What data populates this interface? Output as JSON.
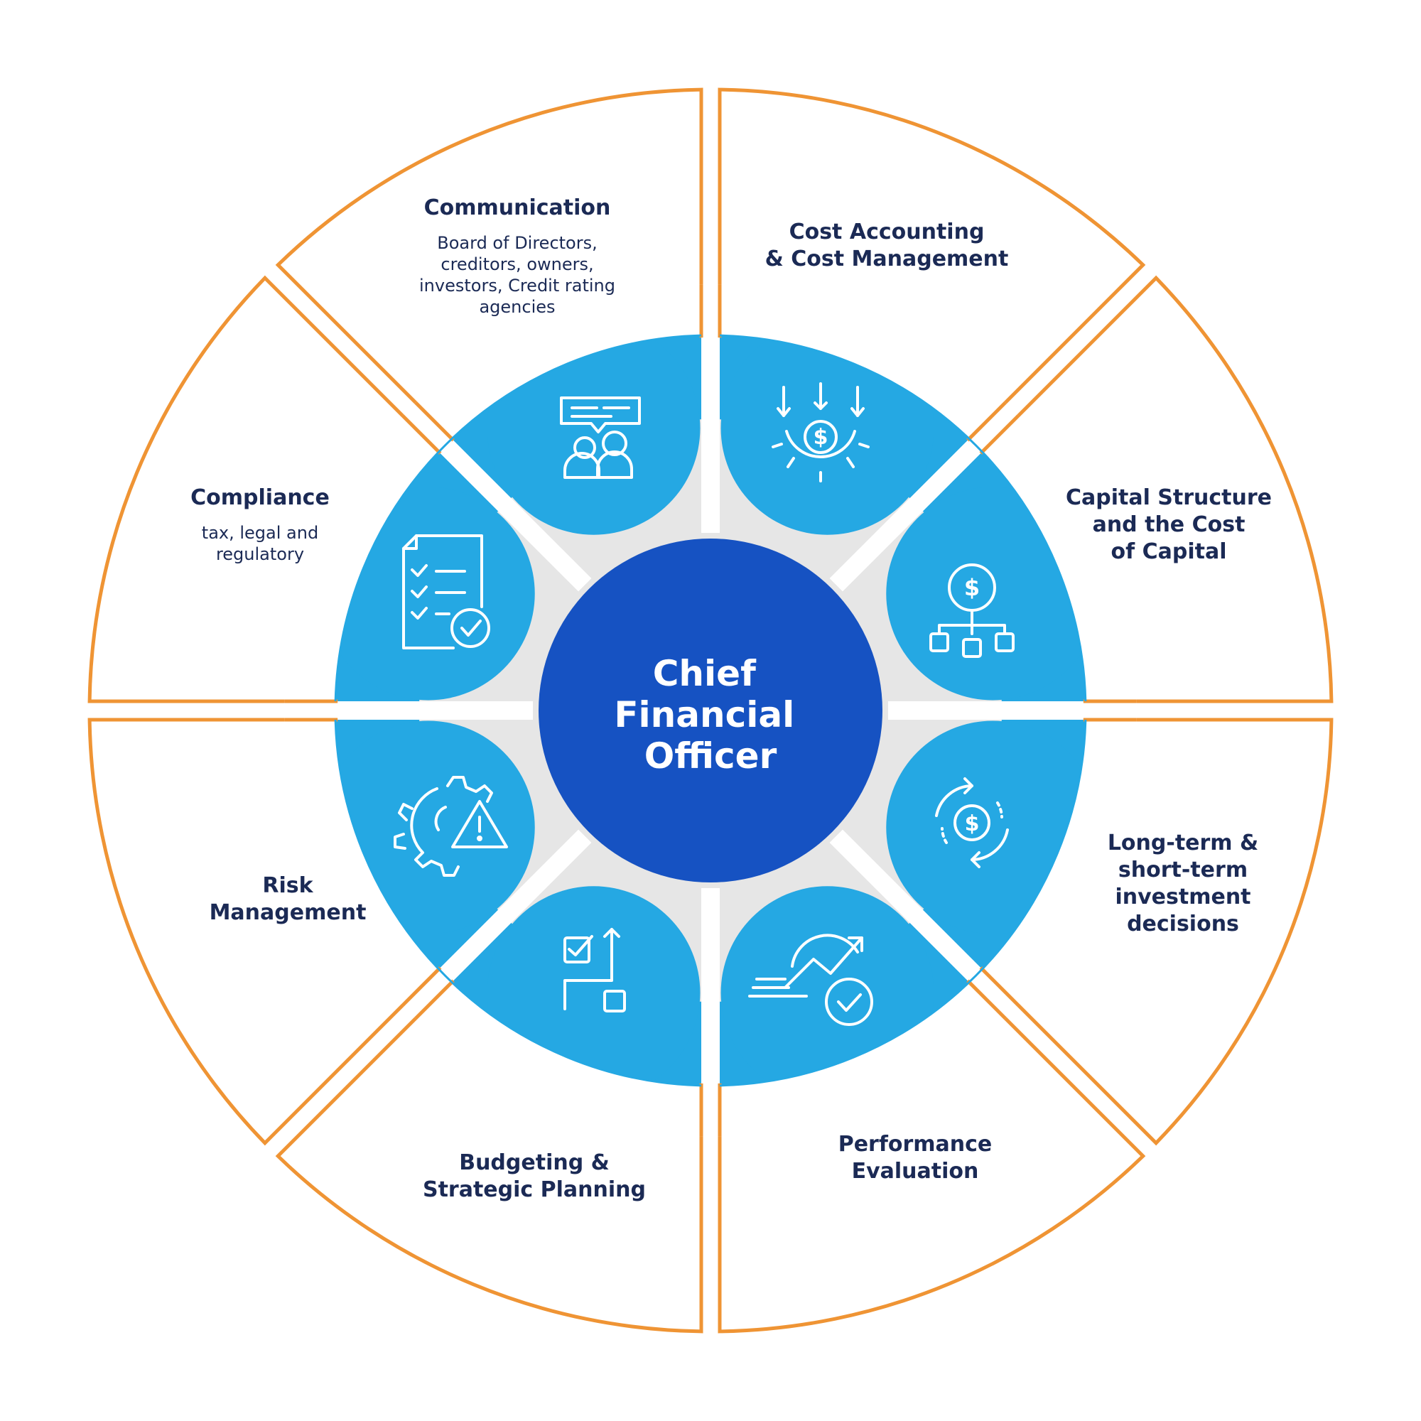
{
  "center": {
    "lines": [
      "Chief",
      "Financial",
      "Officer"
    ]
  },
  "segments": [
    {
      "id": "communication",
      "title": [
        "Communication"
      ],
      "desc": [
        "Board of Directors,",
        "creditors, owners,",
        "investors, Credit rating",
        "agencies"
      ],
      "icon": "people-chat-icon"
    },
    {
      "id": "cost-accounting",
      "title": [
        "Cost Accounting",
        "& Cost Management"
      ],
      "desc": [],
      "icon": "dollar-gear-icon"
    },
    {
      "id": "capital-structure",
      "title": [
        "Capital Structure",
        "and the Cost",
        "of Capital"
      ],
      "desc": [],
      "icon": "dollar-hierarchy-icon"
    },
    {
      "id": "investment-decisions",
      "title": [
        "Long-term &",
        "short-term",
        "investment",
        "decisions"
      ],
      "desc": [],
      "icon": "dollar-cycle-icon"
    },
    {
      "id": "performance-evaluation",
      "title": [
        "Performance",
        "Evaluation"
      ],
      "desc": [],
      "icon": "growth-check-icon"
    },
    {
      "id": "budgeting",
      "title": [
        "Budgeting &",
        "Strategic Planning"
      ],
      "desc": [],
      "icon": "plan-steps-icon"
    },
    {
      "id": "risk-management",
      "title": [
        "Risk",
        "Management"
      ],
      "desc": [],
      "icon": "gear-warning-icon"
    },
    {
      "id": "compliance",
      "title": [
        "Compliance"
      ],
      "desc": [
        "tax, legal and",
        "regulatory"
      ],
      "icon": "checklist-document-icon"
    }
  ],
  "colors": {
    "outline": "#ef9434",
    "ring": "#25a8e3",
    "hub": "#1652c2",
    "gap_ring": "#e6e6e6",
    "text": "#1b2a55"
  }
}
